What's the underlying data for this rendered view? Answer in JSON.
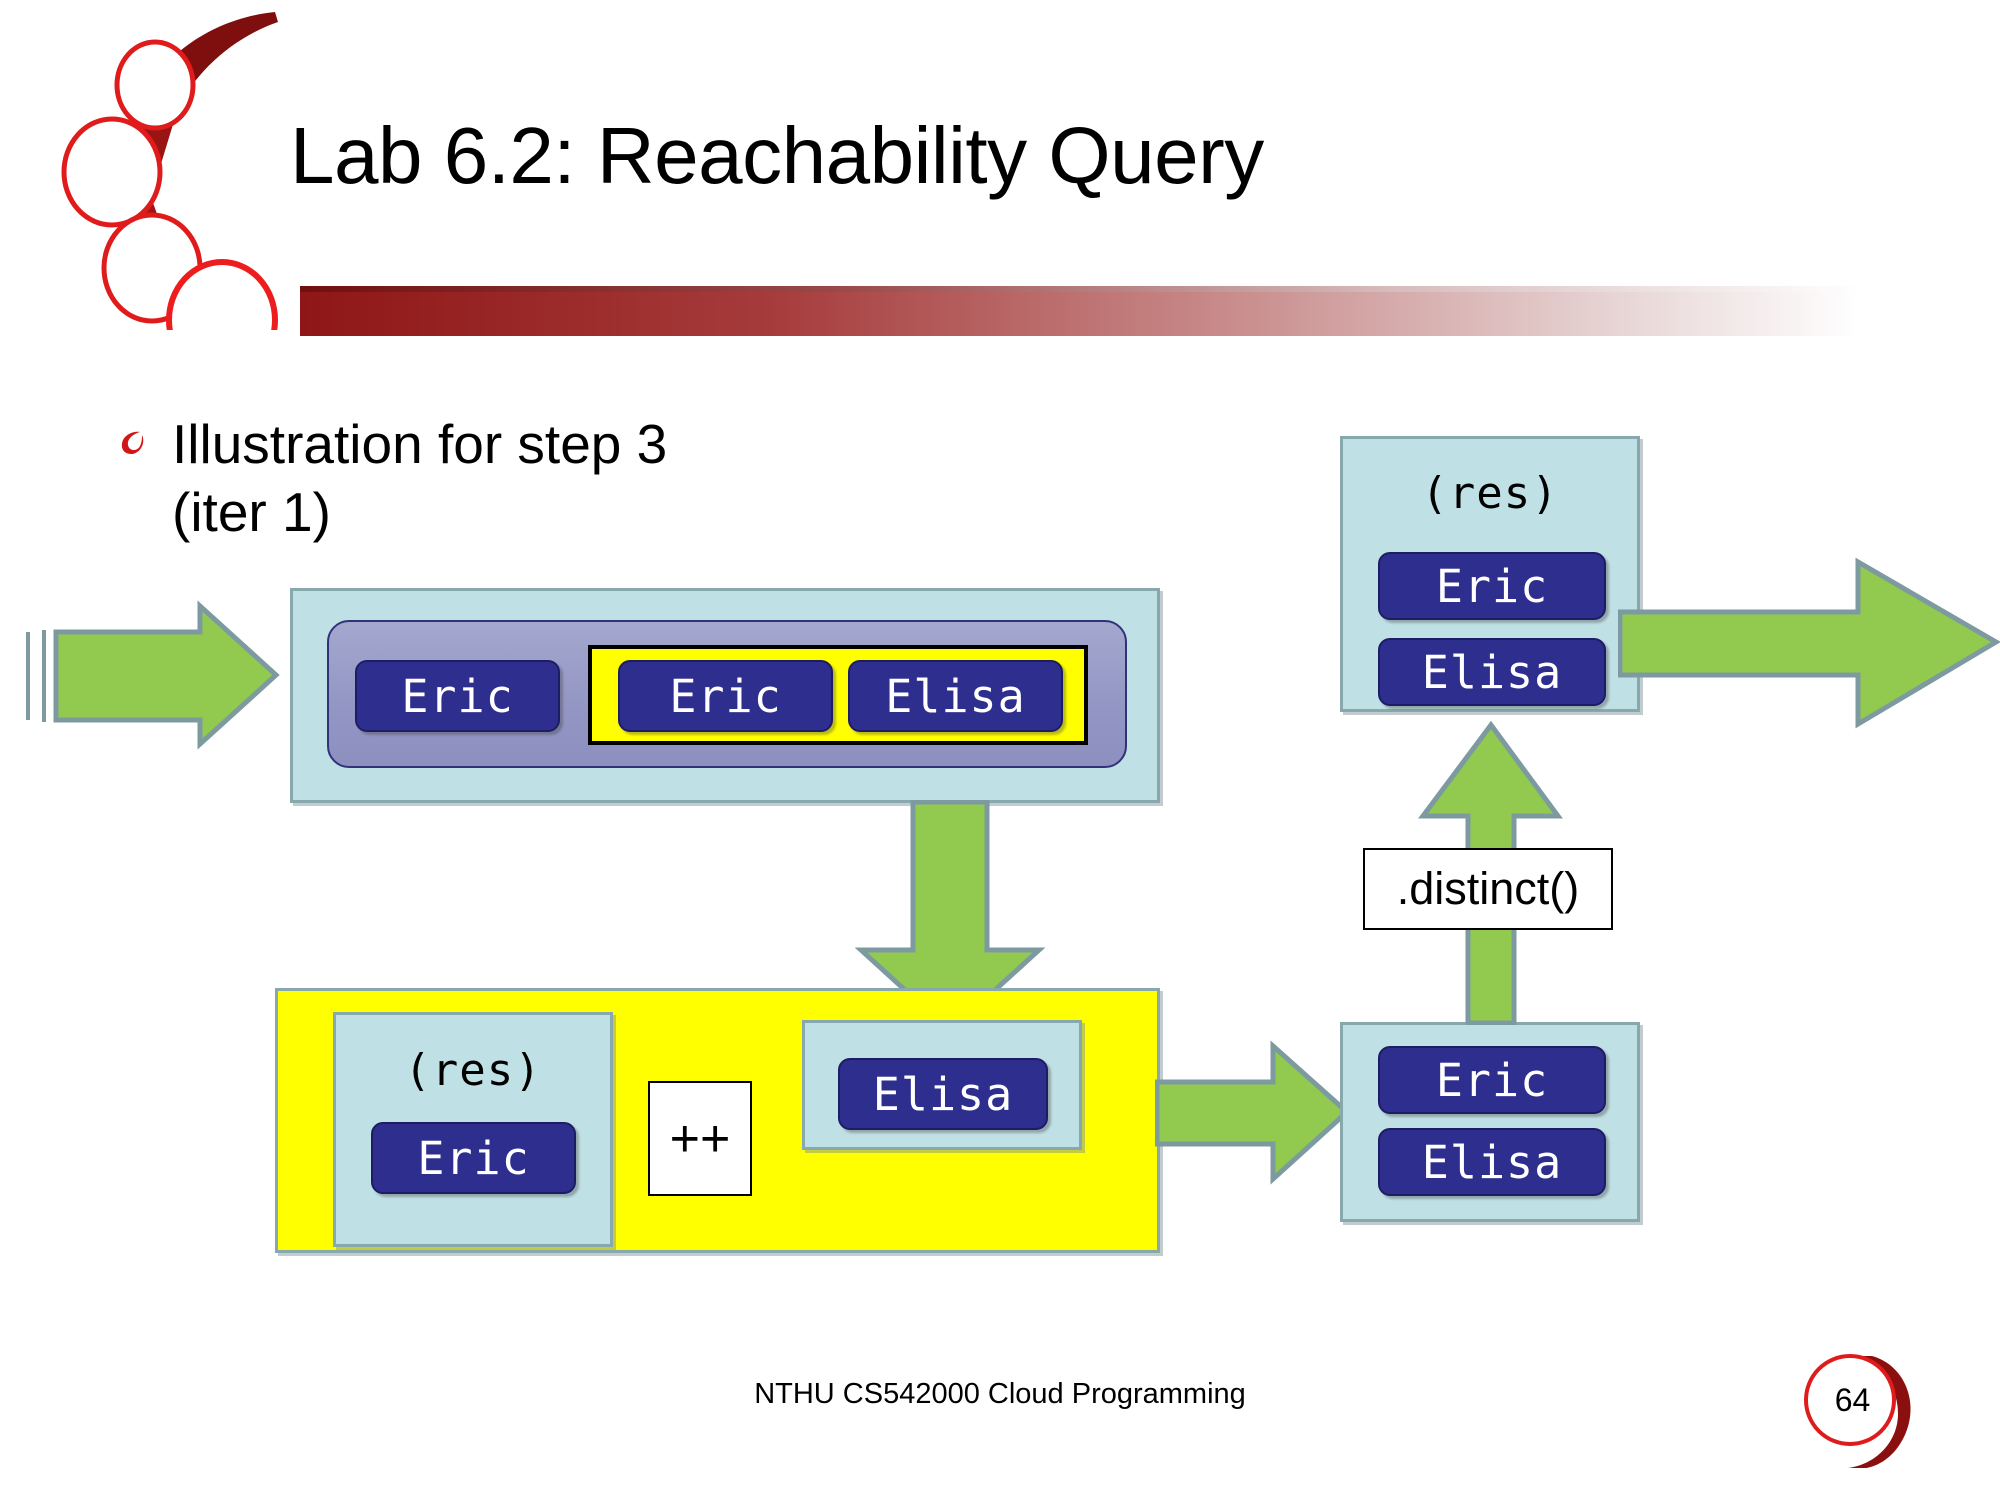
{
  "slide": {
    "title": "Lab 6.2: Reachability Query",
    "bullet": "Illustration for step 3\n(iter 1)",
    "bullet_icon": "crescent-bullet-icon",
    "footer": "NTHU CS542000 Cloud Programming",
    "page_number": "64"
  },
  "colors": {
    "chip_fill": "#2e2e8f",
    "chip_text": "#ffffff",
    "cyan_fill": "#bfe0e5",
    "cyan_border": "#87a9ae",
    "purple_fill": "#9497c4",
    "highlight_yellow": "#ffff00",
    "arrow_green": "#92c94f",
    "arrow_border": "#7d9aa0",
    "accent_red": "#c00000",
    "title_color": "#000000"
  },
  "diagram": {
    "input_arrow": {
      "name": "input-arrow",
      "direction": "right"
    },
    "flatmap_panel": {
      "name": "flatmap-panel",
      "left_chip": "Eric",
      "highlight_group": {
        "name": "highlight-group",
        "chips": [
          "Eric",
          "Elisa"
        ]
      }
    },
    "down_arrow": {
      "name": "down-arrow",
      "direction": "down"
    },
    "emit_panel": {
      "name": "emit-panel",
      "res_box": {
        "label": "(res)",
        "chips": [
          "Eric"
        ]
      },
      "operator": "++",
      "new_box": {
        "chips": [
          "Elisa"
        ]
      }
    },
    "merge_arrow": {
      "name": "merge-arrow",
      "direction": "right"
    },
    "merged_panel": {
      "name": "merged-result-panel",
      "chips": [
        "Eric",
        "Elisa"
      ]
    },
    "distinct_arrow": {
      "name": "distinct-arrow",
      "direction": "up",
      "label": ".distinct()"
    },
    "result_panel": {
      "name": "result-panel",
      "label": "(res)",
      "chips": [
        "Eric",
        "Elisa"
      ]
    },
    "output_arrow": {
      "name": "output-arrow",
      "direction": "right"
    }
  }
}
